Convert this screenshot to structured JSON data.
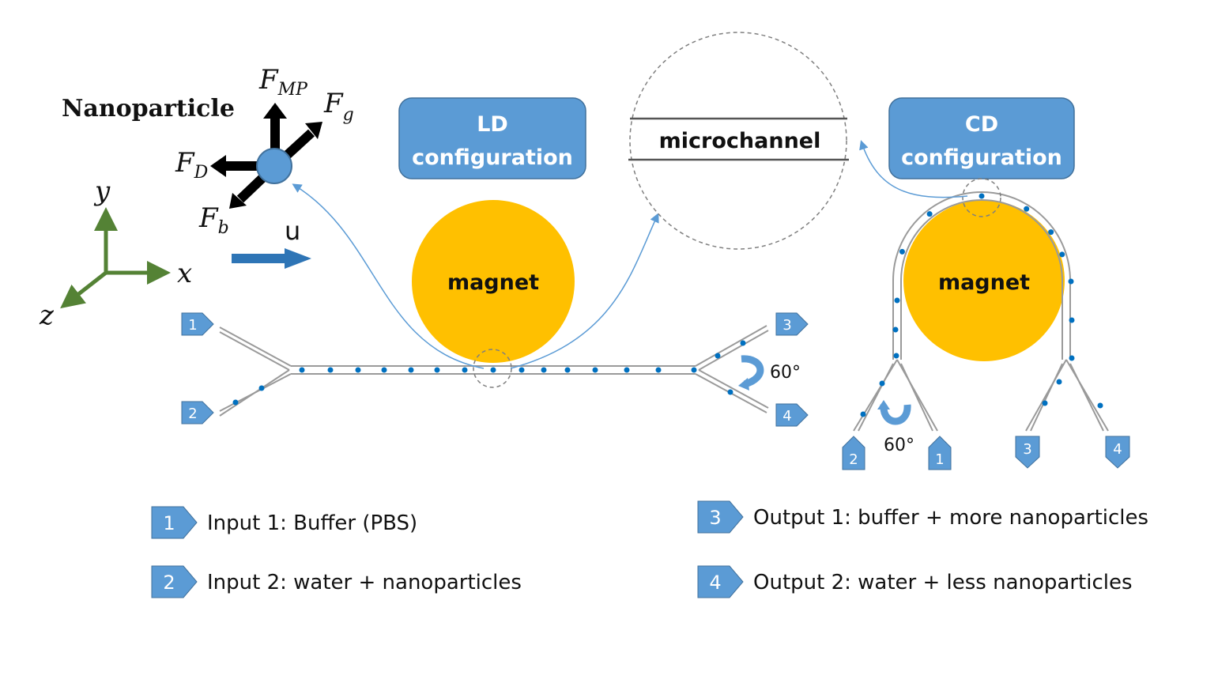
{
  "nanoparticle": {
    "title": "Nanoparticle",
    "forces": {
      "magnetic": {
        "base": "F",
        "sub": "MP"
      },
      "gravity": {
        "base": "F",
        "sub": "g"
      },
      "drag": {
        "base": "F",
        "sub": "D"
      },
      "buoyancy": {
        "base": "F",
        "sub": "b"
      }
    },
    "flow_label": "u"
  },
  "axes": {
    "x": "x",
    "y": "y",
    "z": "z"
  },
  "ld": {
    "label_line1": "LD",
    "label_line2": "configuration",
    "magnet_label": "magnet",
    "angle_label": "60°",
    "ports": {
      "in1": "1",
      "in2": "2",
      "out1": "3",
      "out2": "4"
    }
  },
  "zoom_inset": {
    "label": "microchannel"
  },
  "cd": {
    "label_line1": "CD",
    "label_line2": "configuration",
    "magnet_label": "magnet",
    "angle_label": "60°",
    "ports": {
      "in2": "2",
      "in1": "1",
      "out1": "3",
      "out2": "4"
    }
  },
  "legend": [
    {
      "num": "1",
      "text": "Input 1: Buffer (PBS)"
    },
    {
      "num": "2",
      "text": "Input 2: water + nanoparticles"
    },
    {
      "num": "3",
      "text": "Output 1: buffer + more nanoparticles"
    },
    {
      "num": "4",
      "text": "Output 2: water + less nanoparticles"
    }
  ],
  "colors": {
    "magnet": "#FFC000",
    "config_box": "#5B9BD5",
    "particle": "#0070C0",
    "axes": "#548235",
    "flow_arrow": "#2E75B6",
    "channel": "#A6A6A6"
  }
}
